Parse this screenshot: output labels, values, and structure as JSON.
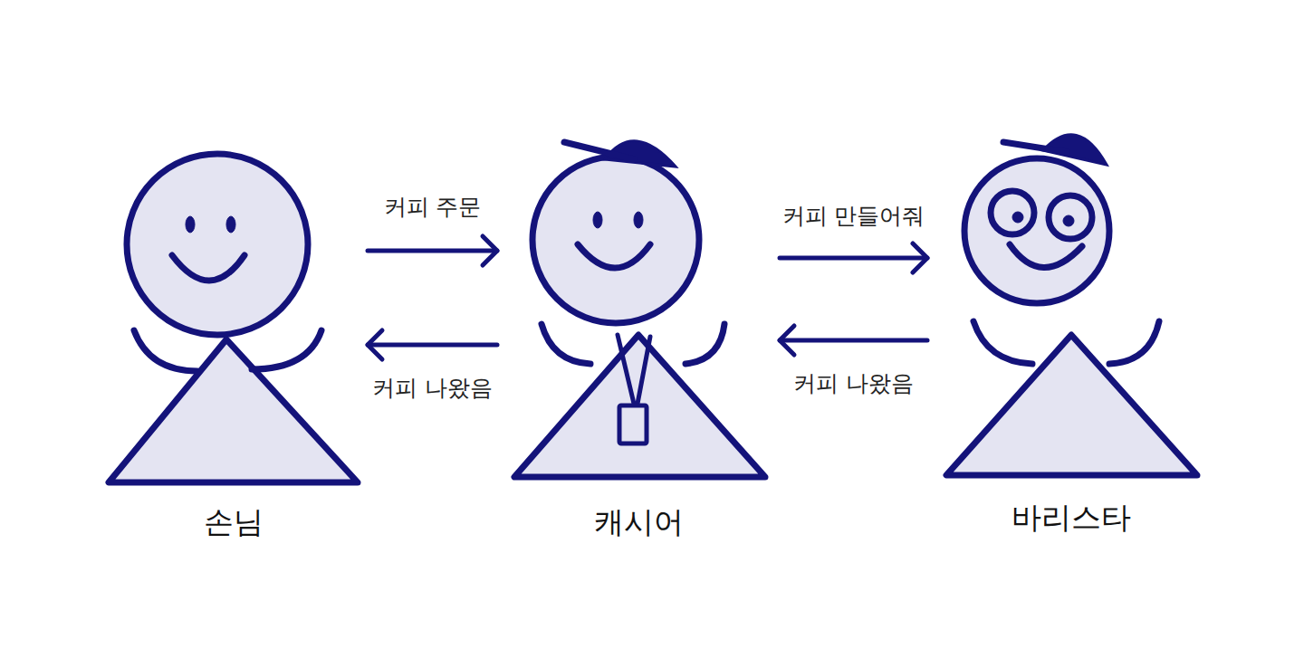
{
  "diagram": {
    "nodes": [
      {
        "text": [
          "손님"
        ]
      },
      {
        "text": [
          "캐시어"
        ]
      },
      {
        "text": [
          "바리스타"
        ]
      }
    ],
    "edges": [
      {
        "from": 0,
        "to": 1,
        "label": "커피 주문",
        "arrow": "to"
      },
      {
        "from": 1,
        "to": 0,
        "label": "커피 나왔음",
        "arrow": "to"
      },
      {
        "from": 1,
        "to": 2,
        "label": "커피 만들어줘",
        "arrow": "to"
      },
      {
        "from": 2,
        "to": 1,
        "label": "커피 나왔음",
        "arrow": "to"
      }
    ]
  }
}
